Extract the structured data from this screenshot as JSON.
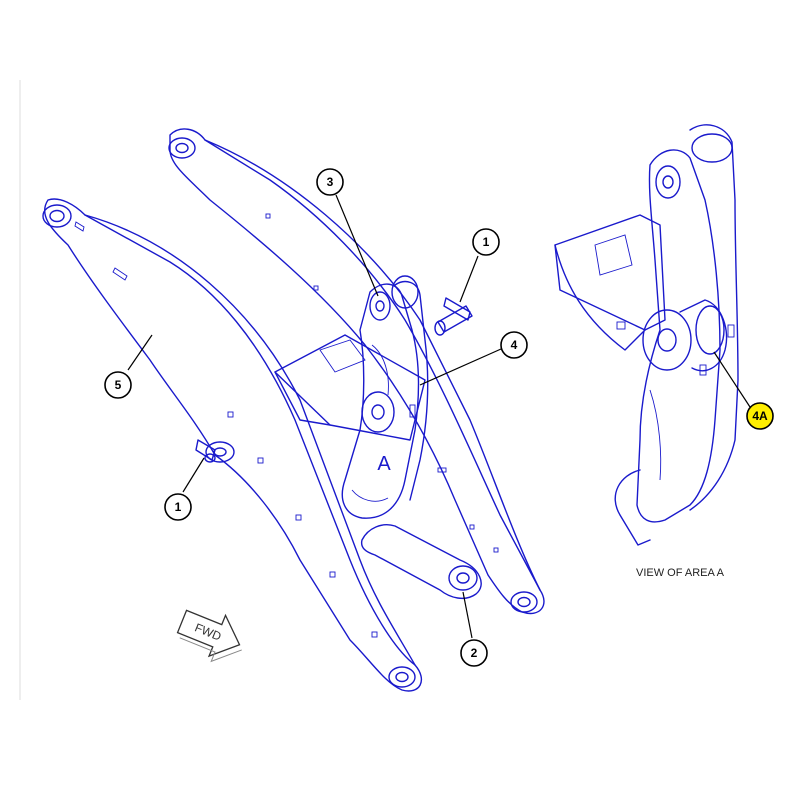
{
  "callouts": [
    {
      "id": "callout-1-upper",
      "label": "1"
    },
    {
      "id": "callout-1-lower",
      "label": "1"
    },
    {
      "id": "callout-2",
      "label": "2"
    },
    {
      "id": "callout-3",
      "label": "3"
    },
    {
      "id": "callout-4",
      "label": "4"
    },
    {
      "id": "callout-4a",
      "label": "4A"
    },
    {
      "id": "callout-5",
      "label": "5"
    }
  ],
  "area_label": "A",
  "detail_caption": "VIEW OF AREA A",
  "direction_label": "FWD",
  "colors": {
    "line": "#1a1acc",
    "highlight": "#ffee00",
    "leader": "#000000"
  }
}
